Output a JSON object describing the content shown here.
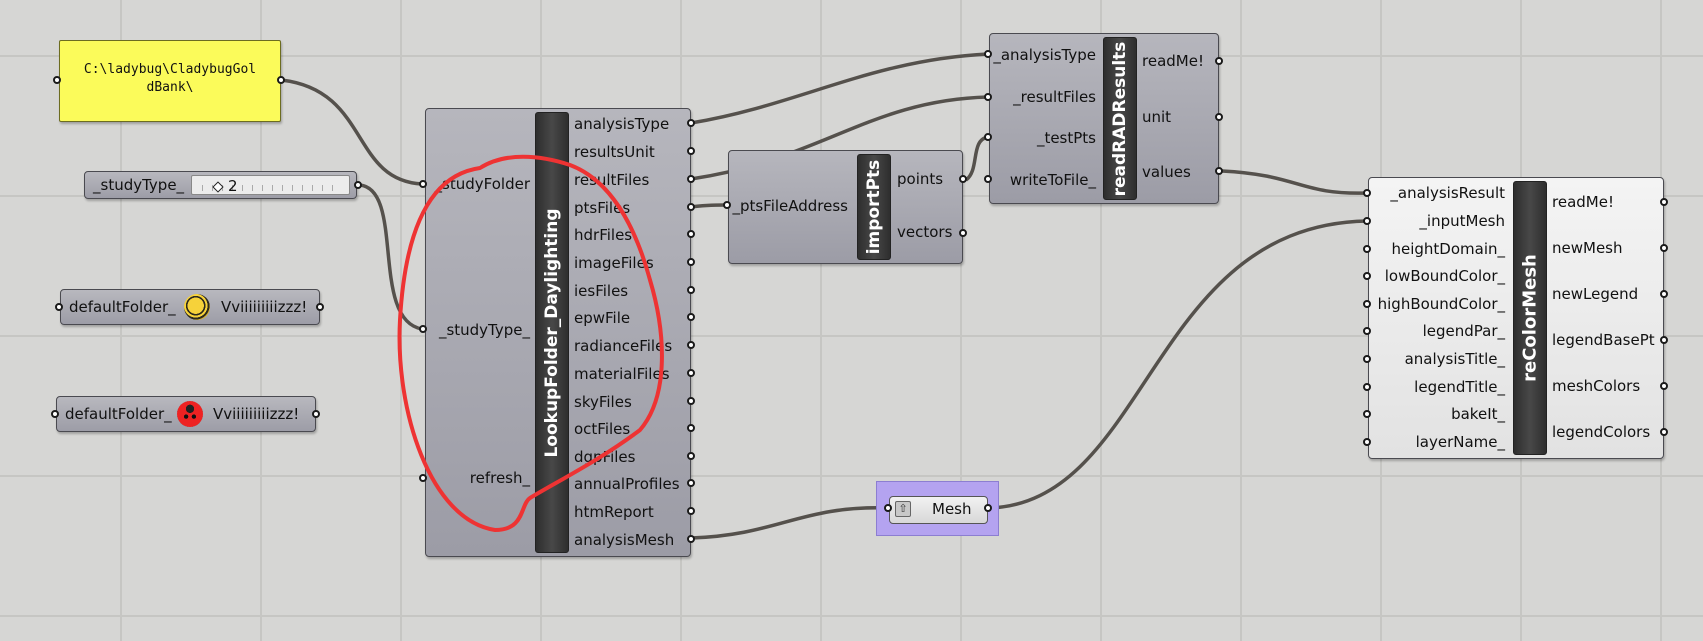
{
  "panel": {
    "lines": [
      "C:\\ladybug\\CladybugGol",
      "dBank\\"
    ]
  },
  "slider": {
    "label": "_studyType_",
    "value": "2"
  },
  "default_folders": [
    {
      "label": "defaultFolder_",
      "suffix": "Vviiiiiiiiizzz!",
      "icon": "bee-icon"
    },
    {
      "label": "defaultFolder_",
      "suffix": "Vviiiiiiiiizzz!",
      "icon": "ladybug-icon"
    }
  ],
  "lookup": {
    "title": "LookupFolder_Daylighting",
    "inputs": [
      "_studyFolder",
      "_studyType_",
      "refresh_"
    ],
    "outputs": [
      "analysisType",
      "resultsUnit",
      "resultFiles",
      "ptsFiles",
      "hdrFiles",
      "imageFiles",
      "iesFiles",
      "epwFile",
      "radianceFiles",
      "materialFiles",
      "skyFiles",
      "octFiles",
      "dgpFiles",
      "annualProfiles",
      "htmReport",
      "analysisMesh"
    ]
  },
  "import_pts": {
    "title": "importPts",
    "inputs": [
      "_ptsFileAddress"
    ],
    "outputs": [
      "points",
      "vectors"
    ]
  },
  "read_rad": {
    "title": "readRADResults",
    "inputs": [
      "_analysisType",
      "_resultFiles",
      "_testPts",
      "writeToFile_"
    ],
    "outputs": [
      "readMe!",
      "unit",
      "values"
    ]
  },
  "recolor": {
    "title": "reColorMesh",
    "inputs": [
      "_analysisResult",
      "_inputMesh",
      "heightDomain_",
      "lowBoundColor_",
      "highBoundColor_",
      "legendPar_",
      "analysisTitle_",
      "legendTitle_",
      "bakeIt_",
      "layerName_"
    ],
    "outputs": [
      "readMe!",
      "newMesh",
      "newLegend",
      "legendBasePt",
      "meshColors",
      "legendColors"
    ]
  },
  "mesh_param": {
    "label": "Mesh",
    "icon": "arrow-up-icon"
  },
  "colors": {
    "canvas": "#d6d6d4",
    "wire": "#55514c",
    "annotation": "#ee3333",
    "panel": "#fbfb5a",
    "mesh_group": "#b4a3f0"
  }
}
